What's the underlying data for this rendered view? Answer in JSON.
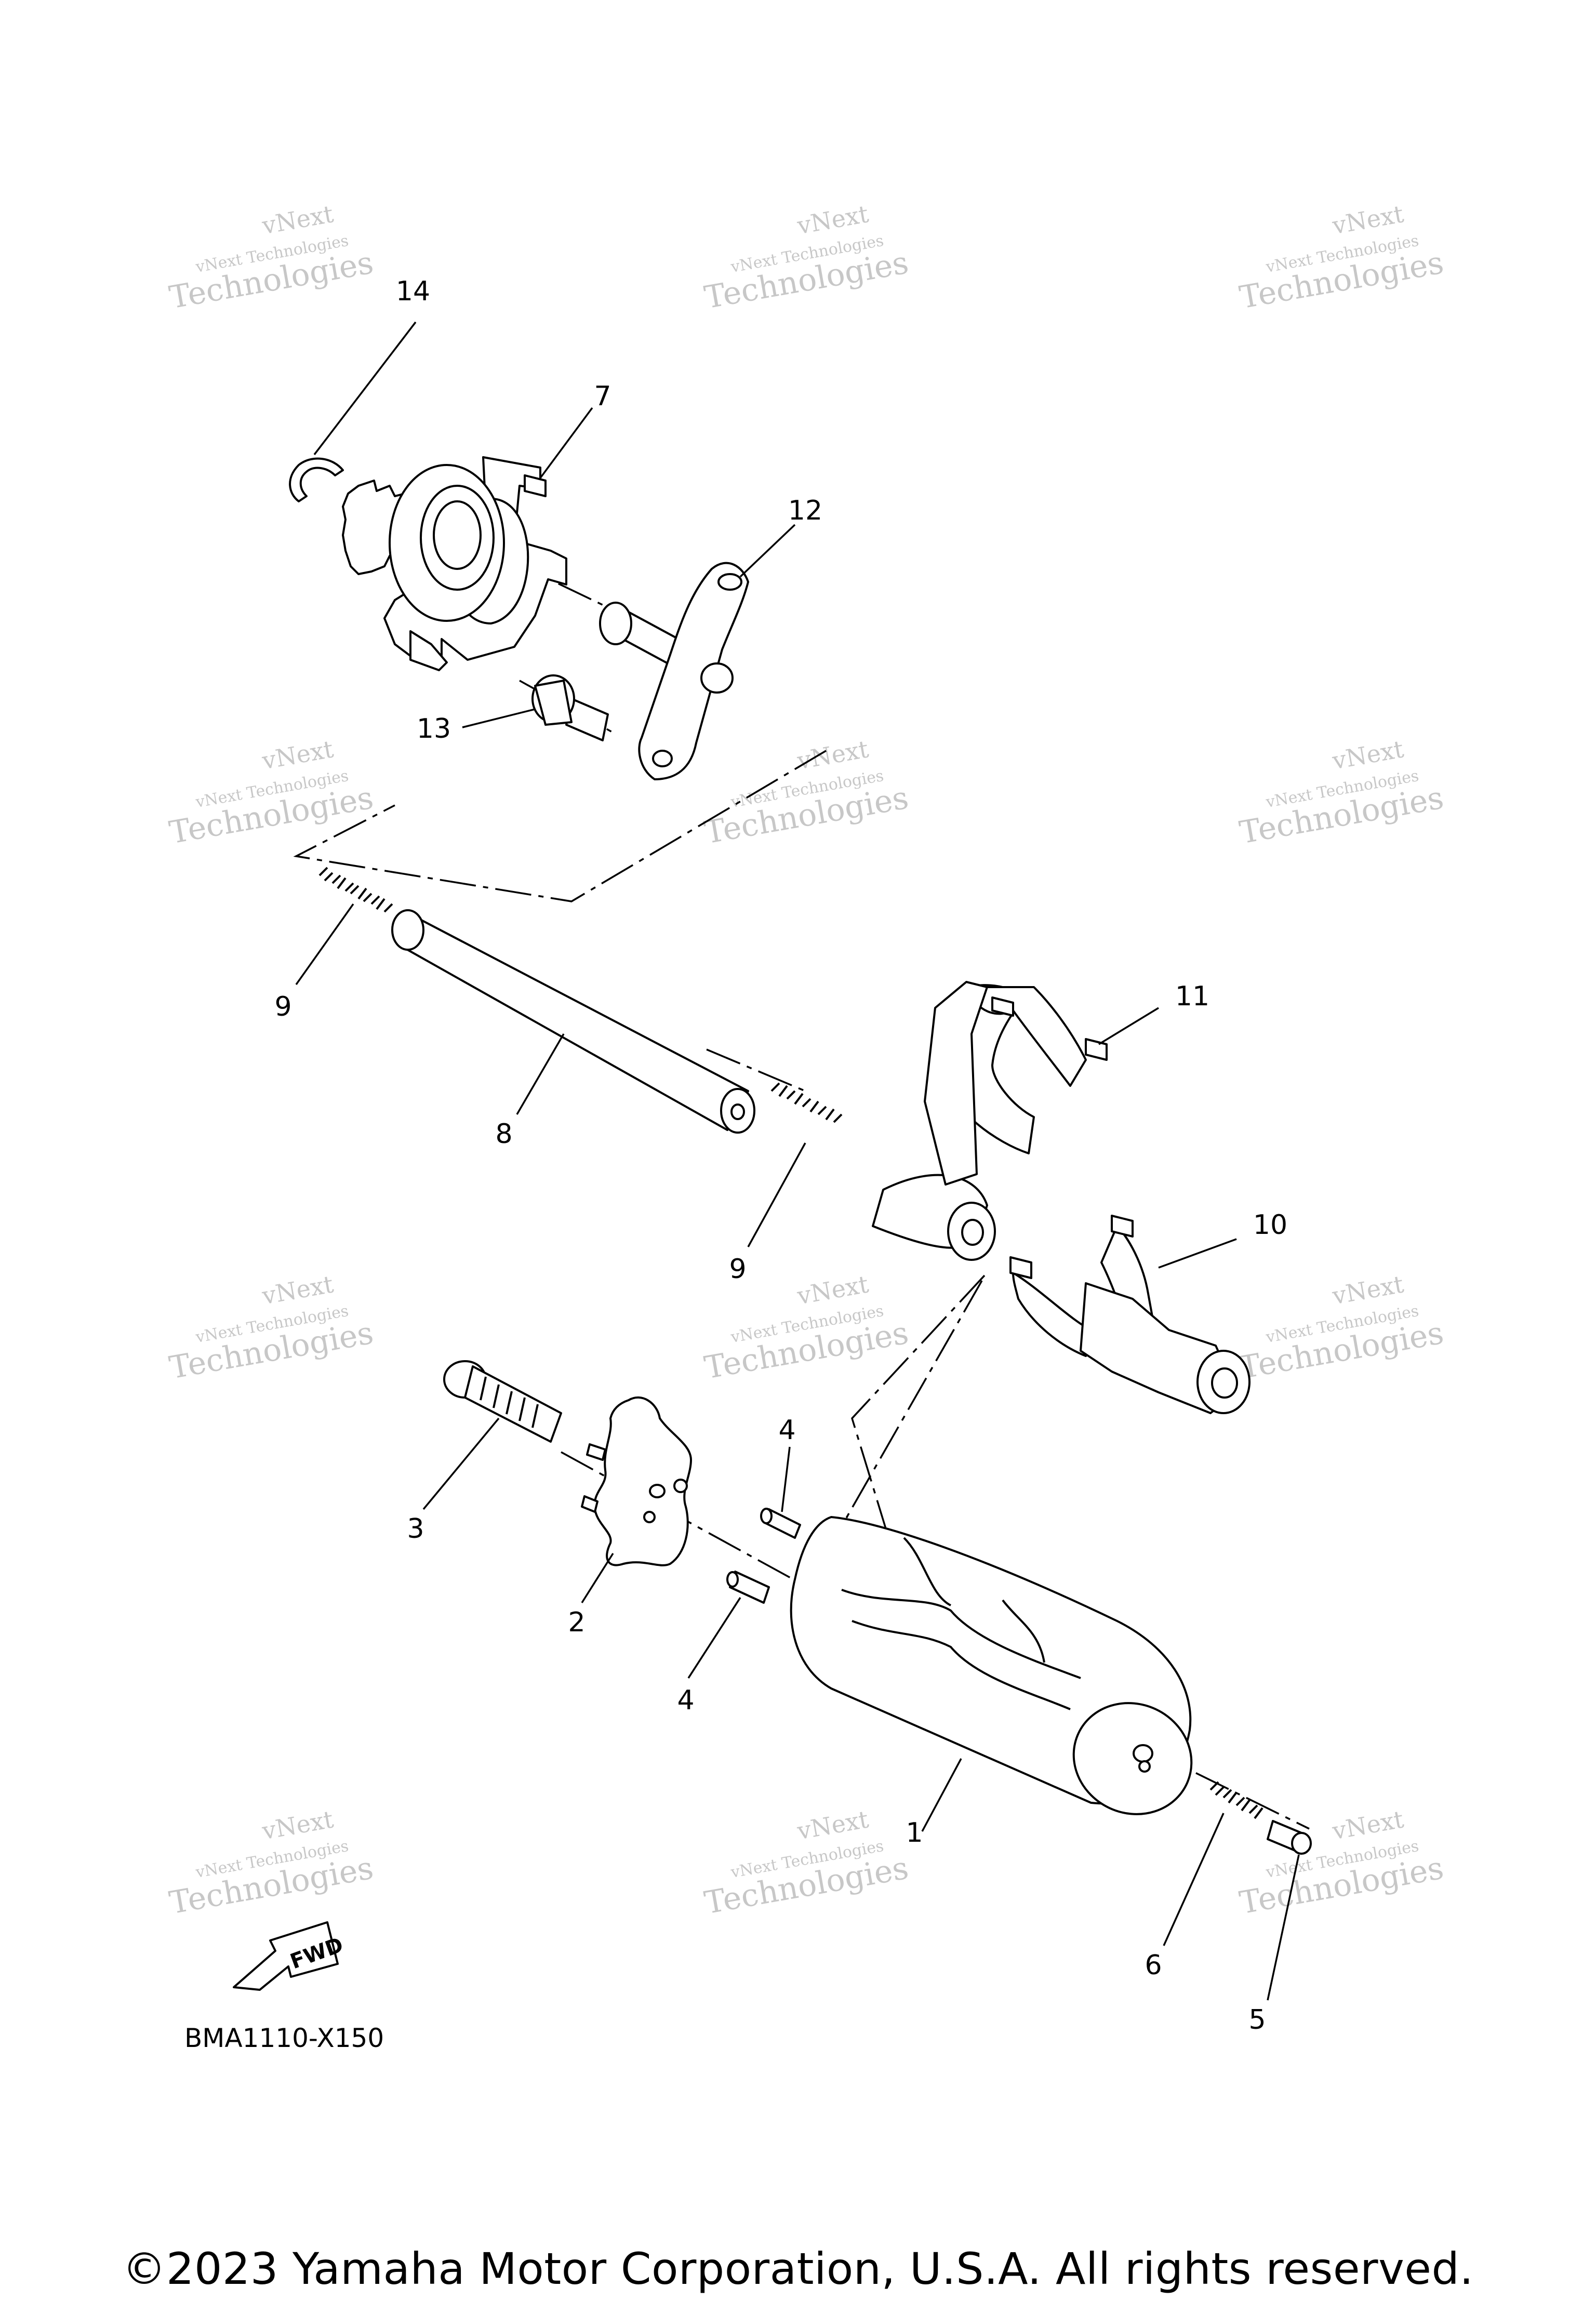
{
  "callouts": {
    "c1": "1",
    "c2": "2",
    "c3": "3",
    "c4a": "4",
    "c4b": "4",
    "c5": "5",
    "c6": "6",
    "c7": "7",
    "c8": "8",
    "c9a": "9",
    "c9b": "9",
    "c10": "10",
    "c11": "11",
    "c12": "12",
    "c13": "13",
    "c14": "14"
  },
  "diagram_code": "BMA1110-X150",
  "fwd_label": "FWD",
  "watermark": {
    "line1": "vNext",
    "line2": "vNext Technologies",
    "line3": "Technologies"
  },
  "copyright": "©2023 Yamaha Motor Corporation, U.S.A. All rights reserved."
}
